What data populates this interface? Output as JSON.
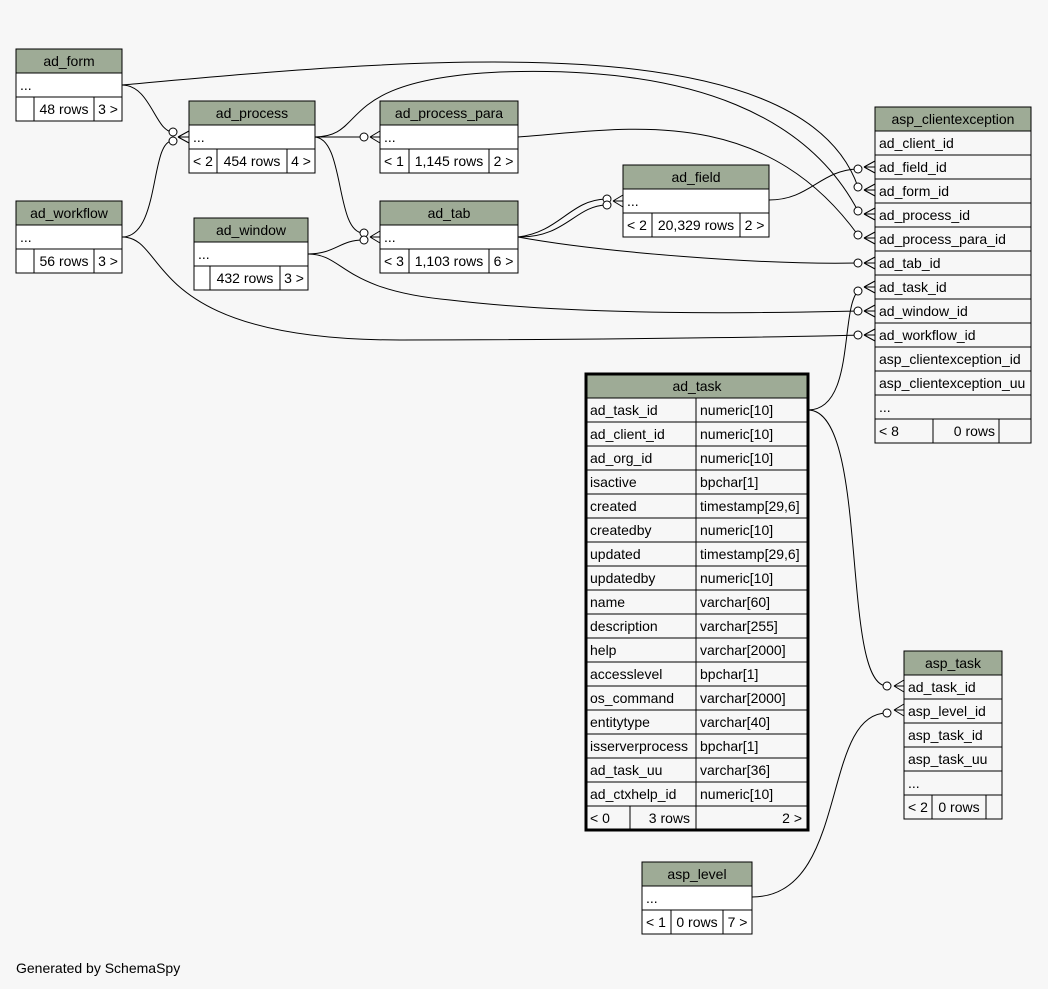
{
  "footer": "Generated by SchemaSpy",
  "colors": {
    "background": "#f7f7f7",
    "table_header": "#9eab96",
    "primary_key": "#bfcfb8",
    "indexed": "#f4f7da",
    "plain": "#ffffff",
    "border": "#000000"
  },
  "tables": {
    "ad_form": {
      "name": "ad_form",
      "columns": [
        "..."
      ],
      "footer": [
        "",
        "48 rows",
        "3 >"
      ]
    },
    "ad_workflow": {
      "name": "ad_workflow",
      "columns": [
        "..."
      ],
      "footer": [
        "",
        "56 rows",
        "3 >"
      ]
    },
    "ad_process": {
      "name": "ad_process",
      "columns": [
        "..."
      ],
      "footer": [
        "< 2",
        "454 rows",
        "4 >"
      ]
    },
    "ad_window": {
      "name": "ad_window",
      "columns": [
        "..."
      ],
      "footer": [
        "",
        "432 rows",
        "3 >"
      ]
    },
    "ad_process_para": {
      "name": "ad_process_para",
      "columns": [
        "..."
      ],
      "footer": [
        "< 1",
        "1,145 rows",
        "2 >"
      ]
    },
    "ad_tab": {
      "name": "ad_tab",
      "columns": [
        "..."
      ],
      "footer": [
        "< 3",
        "1,103 rows",
        "6 >"
      ]
    },
    "ad_field": {
      "name": "ad_field",
      "columns": [
        "..."
      ],
      "footer": [
        "< 2",
        "20,329 rows",
        "2 >"
      ]
    },
    "asp_clientexception": {
      "name": "asp_clientexception",
      "columns": [
        "ad_client_id",
        "ad_field_id",
        "ad_form_id",
        "ad_process_id",
        "ad_process_para_id",
        "ad_tab_id",
        "ad_task_id",
        "ad_window_id",
        "ad_workflow_id",
        "asp_clientexception_id",
        "asp_clientexception_uu",
        "..."
      ],
      "footer": [
        "< 8",
        "0 rows",
        ""
      ]
    },
    "ad_task": {
      "name": "ad_task",
      "columns": [
        [
          "ad_task_id",
          "numeric[10]"
        ],
        [
          "ad_client_id",
          "numeric[10]"
        ],
        [
          "ad_org_id",
          "numeric[10]"
        ],
        [
          "isactive",
          "bpchar[1]"
        ],
        [
          "created",
          "timestamp[29,6]"
        ],
        [
          "createdby",
          "numeric[10]"
        ],
        [
          "updated",
          "timestamp[29,6]"
        ],
        [
          "updatedby",
          "numeric[10]"
        ],
        [
          "name",
          "varchar[60]"
        ],
        [
          "description",
          "varchar[255]"
        ],
        [
          "help",
          "varchar[2000]"
        ],
        [
          "accesslevel",
          "bpchar[1]"
        ],
        [
          "os_command",
          "varchar[2000]"
        ],
        [
          "entitytype",
          "varchar[40]"
        ],
        [
          "isserverprocess",
          "bpchar[1]"
        ],
        [
          "ad_task_uu",
          "varchar[36]"
        ],
        [
          "ad_ctxhelp_id",
          "numeric[10]"
        ]
      ],
      "footer": [
        "< 0",
        "3 rows",
        "2 >"
      ]
    },
    "asp_task": {
      "name": "asp_task",
      "columns": [
        "ad_task_id",
        "asp_level_id",
        "asp_task_id",
        "asp_task_uu",
        "..."
      ],
      "footer": [
        "< 2",
        "0 rows",
        ""
      ]
    },
    "asp_level": {
      "name": "asp_level",
      "columns": [
        "..."
      ],
      "footer": [
        "< 1",
        "0 rows",
        "7 >"
      ]
    }
  }
}
